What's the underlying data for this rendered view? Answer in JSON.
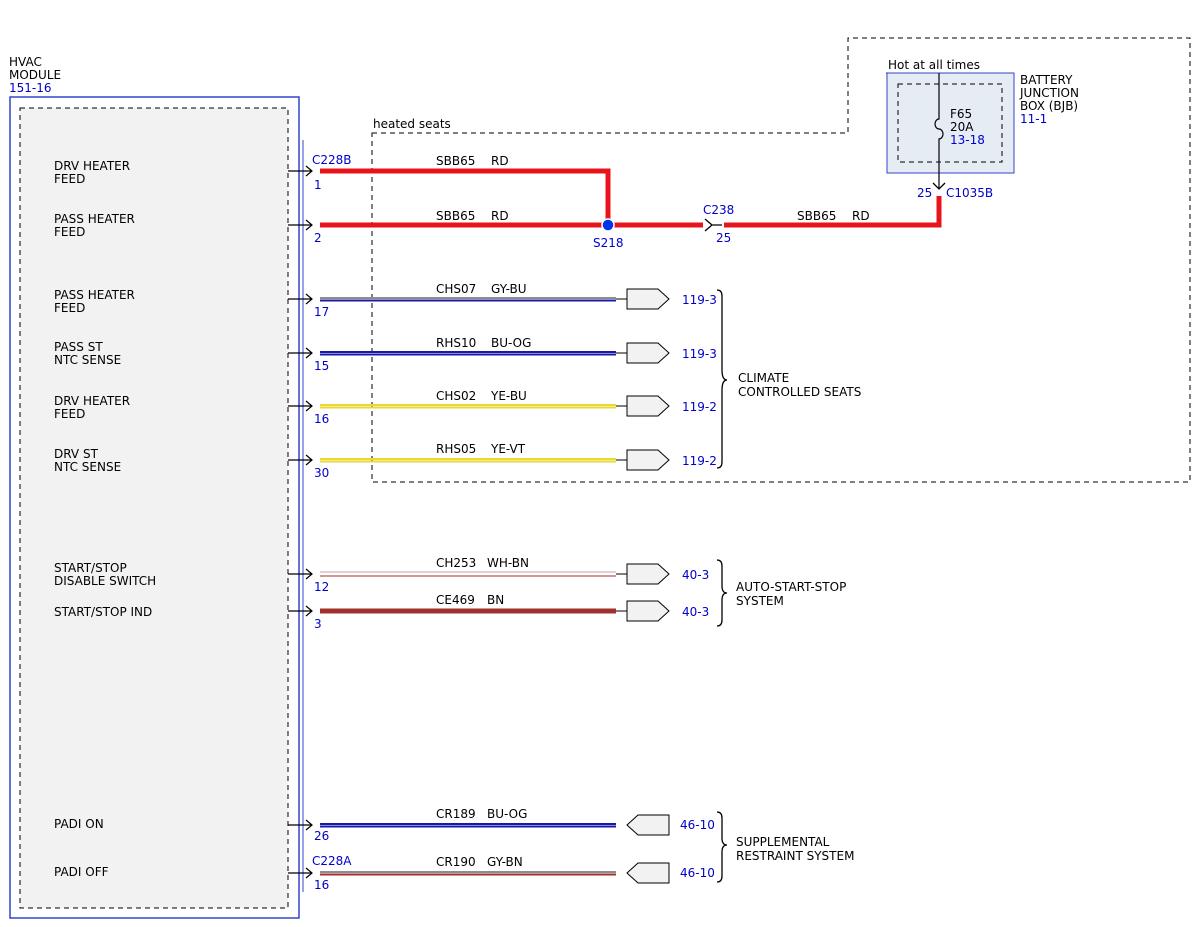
{
  "module": {
    "title_line1": "HVAC",
    "title_line2": "MODULE",
    "ref": "151-16",
    "connectors": [
      {
        "name": "C228B",
        "pin": "1"
      },
      {
        "name": "C228A",
        "pin": "16"
      }
    ]
  },
  "regions": {
    "heated_seats_label": "heated seats"
  },
  "bjb": {
    "hot_label": "Hot at all times",
    "name_line1": "BATTERY",
    "name_line2": "JUNCTION",
    "name_line3": "BOX (BJB)",
    "ref": "11-1",
    "fuse_name": "F65",
    "fuse_rating": "20A",
    "fuse_ref": "13-18",
    "out_pin": "25",
    "out_connector": "C1035B"
  },
  "splice": {
    "name": "S218"
  },
  "inline_connector": {
    "name": "C238",
    "pin": "25"
  },
  "feed_wire": {
    "circuit": "SBB65",
    "color": "RD"
  },
  "pins": [
    {
      "label1": "DRV HEATER",
      "label2": "FEED",
      "pin": "1",
      "circuit": "SBB65",
      "wire_color": "RD"
    },
    {
      "label1": "PASS HEATER",
      "label2": "FEED",
      "pin": "2",
      "circuit": "SBB65",
      "wire_color": "RD"
    },
    {
      "label1": "PASS HEATER",
      "label2": "FEED",
      "pin": "17",
      "circuit": "CHS07",
      "wire_color": "GY-BU",
      "dest_ref": "119-3"
    },
    {
      "label1": "PASS ST",
      "label2": "NTC SENSE",
      "pin": "15",
      "circuit": "RHS10",
      "wire_color": "BU-OG",
      "dest_ref": "119-3"
    },
    {
      "label1": "DRV HEATER",
      "label2": "FEED",
      "pin": "16",
      "circuit": "CHS02",
      "wire_color": "YE-BU",
      "dest_ref": "119-2"
    },
    {
      "label1": "DRV ST",
      "label2": "NTC SENSE",
      "pin": "30",
      "circuit": "RHS05",
      "wire_color": "YE-VT",
      "dest_ref": "119-2"
    },
    {
      "label1": "START/STOP",
      "label2": "DISABLE SWITCH",
      "pin": "12",
      "circuit": "CH253",
      "wire_color": "WH-BN",
      "dest_ref": "40-3"
    },
    {
      "label1": "START/STOP IND",
      "label2": "",
      "pin": "3",
      "circuit": "CE469",
      "wire_color": "BN",
      "dest_ref": "40-3"
    },
    {
      "label1": "PADI ON",
      "label2": "",
      "pin": "26",
      "circuit": "CR189",
      "wire_color": "BU-OG",
      "dest_ref": "46-10"
    },
    {
      "label1": "PADI OFF",
      "label2": "",
      "pin": "16",
      "circuit": "CR190",
      "wire_color": "GY-BN",
      "dest_ref": "46-10"
    }
  ],
  "systems": [
    {
      "line1": "CLIMATE",
      "line2": "CONTROLLED SEATS"
    },
    {
      "line1": "AUTO-START-STOP",
      "line2": "SYSTEM"
    },
    {
      "line1": "SUPPLEMENTAL",
      "line2": "RESTRAINT SYSTEM"
    }
  ],
  "colors": {
    "red": "#e8141b",
    "blue": "#1a1aa6",
    "gray": "#8c8c8c",
    "yellow": "#e8d830",
    "white": "#ffffff",
    "brown": "#a0302c",
    "orange": "#e08a30",
    "violet": "#8a3ab9",
    "label_blue": "#0000cc",
    "module_border": "#3344cc"
  }
}
